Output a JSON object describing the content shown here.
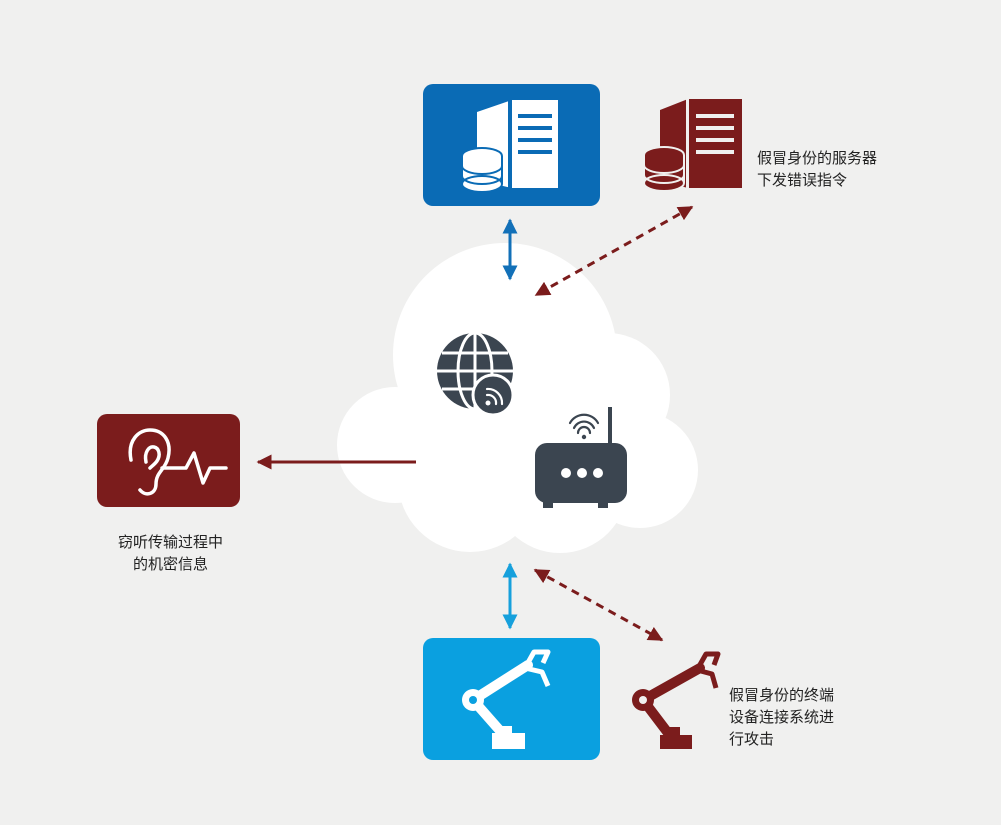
{
  "labels": {
    "fake_server": [
      "假冒身份的服务器",
      "下发错误指令"
    ],
    "eavesdrop": [
      "窃听传输过程中",
      "的机密信息"
    ],
    "fake_terminal": [
      "假冒身份的终端",
      "设备连接系统进",
      "行攻击"
    ]
  },
  "colors": {
    "background": "#f0f0ef",
    "cloud": "#ffffff",
    "server_blue": "#0a6bb5",
    "robot_blue": "#0aa0e0",
    "attack_red": "#7b1c1c",
    "icon_dark": "#3b4550",
    "legit_arrow": "#1270b8",
    "legit_arrow_light": "#16a0dc"
  },
  "icons": {
    "server": "server-database-icon",
    "fake_server": "fake-server-database-icon",
    "internet": "globe-wifi-icon",
    "router": "router-icon",
    "ear": "ear-waveform-icon",
    "robot": "robot-arm-icon",
    "fake_robot": "fake-robot-arm-icon"
  }
}
